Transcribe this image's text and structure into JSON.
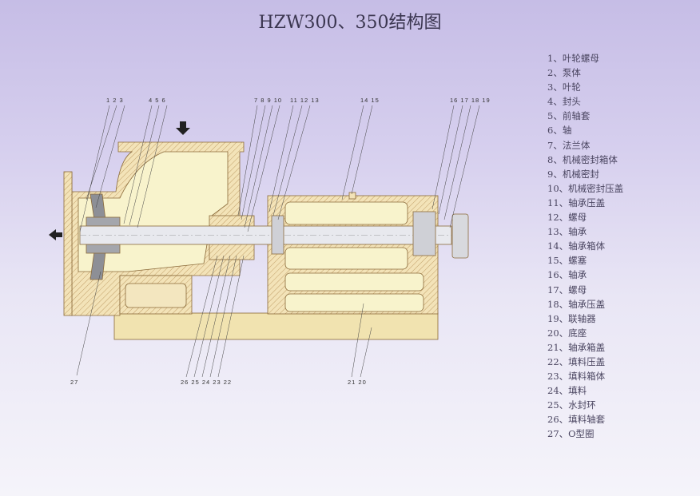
{
  "title": "HZW300、350结构图",
  "legend": [
    "1、叶轮螺母",
    "2、泵体",
    "3、叶轮",
    "4、封头",
    "5、前轴套",
    "6、轴",
    "7、法兰体",
    "8、机械密封箱体",
    "9、机械密封",
    "10、机械密封压盖",
    "11、轴承压盖",
    "12、螺母",
    "13、轴承",
    "14、轴承箱体",
    "15、螺塞",
    "16、轴承",
    "17、螺母",
    "18、轴承压盖",
    "19、联轴器",
    "20、底座",
    "21、轴承箱盖",
    "22、填料压盖",
    "23、填料箱体",
    "24、填料",
    "25、水封环",
    "26、填料轴套",
    "27、O型圈"
  ],
  "callouts": {
    "top_1_3": "1 2 3",
    "top_4_6": "4 5 6",
    "top_7_10": "7 8 9 10",
    "top_11_13": "11 12 13",
    "top_14_15": "14 15",
    "top_16_19": "16 17 18 19",
    "bottom_27": "27",
    "bottom_26_22": "26 25 24 23 22",
    "bottom_21_20": "21 20"
  }
}
